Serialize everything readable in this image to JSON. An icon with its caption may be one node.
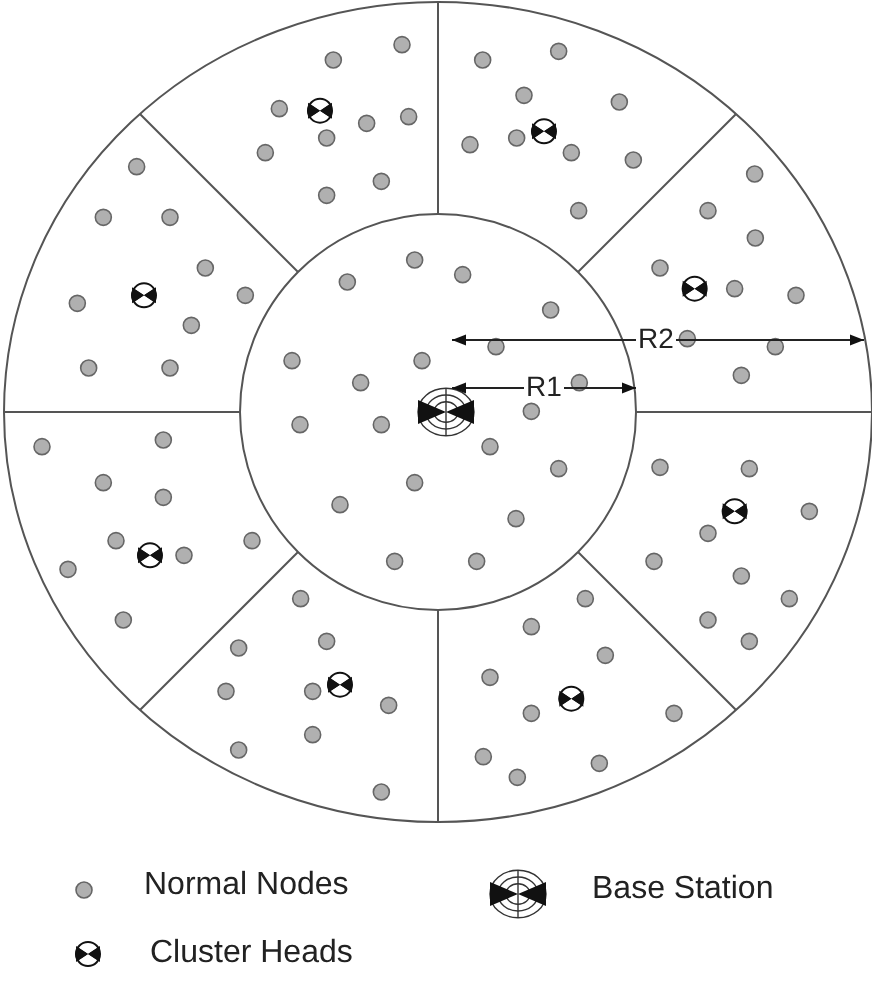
{
  "diagram": {
    "labels": [
      "R2",
      "R1"
    ],
    "legend": [
      {
        "text": "Normal Nodes"
      },
      {
        "text": "Base Station"
      },
      {
        "text": "Cluster Heads"
      }
    ]
  }
}
